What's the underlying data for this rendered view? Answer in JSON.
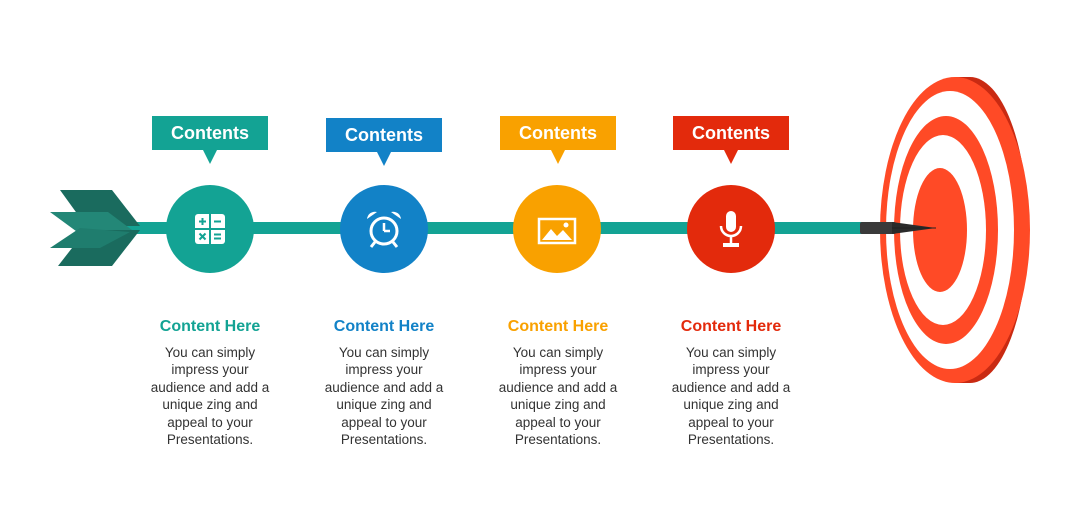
{
  "colors": {
    "line": "#13a394",
    "arrow_dark": "#1a6b5e",
    "arrow_mid": "#238777",
    "target_red": "#ff4a26",
    "target_side": "#c92a12"
  },
  "steps": [
    {
      "label": "Contents",
      "title": "Content Here",
      "desc": "You can simply impress your audience and add a unique zing and appeal to your Presentations.",
      "color": "#13a394",
      "icon": "calculator-icon"
    },
    {
      "label": "Contents",
      "title": "Content Here",
      "desc": "You can simply impress your audience and add a unique zing and appeal to your Presentations.",
      "color": "#1282c7",
      "icon": "alarm-clock-icon"
    },
    {
      "label": "Contents",
      "title": "Content Here",
      "desc": "You can simply impress your audience and add a unique zing and appeal to your Presentations.",
      "color": "#f9a100",
      "icon": "image-icon"
    },
    {
      "label": "Contents",
      "title": "Content Here",
      "desc": "You can simply impress your audience and add a unique zing and appeal to your Presentations.",
      "color": "#e32a0c",
      "icon": "microphone-icon"
    }
  ]
}
